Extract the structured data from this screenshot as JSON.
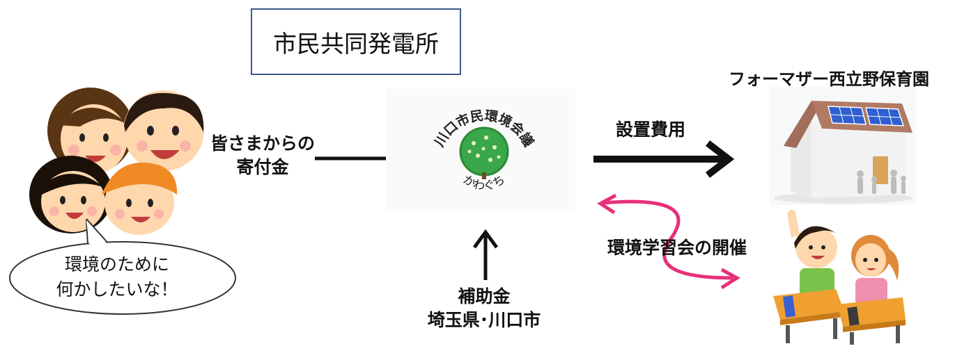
{
  "title": "市民共同発電所",
  "donation_label": [
    "皆さまからの",
    "寄付金"
  ],
  "speech_bubble": [
    "環境のために",
    "何かしたいな！"
  ],
  "logo": {
    "org_name": "川口市民環境会議",
    "sub_name": "かわぐち"
  },
  "installation_cost_label": "設置費用",
  "nursery_name": "フォーマザー西立野保育園",
  "env_study_label": "環境学習会の開催",
  "subsidy_label": [
    "補助金",
    "埼玉県･川口市"
  ],
  "colors": {
    "title_border": "#3a5a88",
    "arrow": "#111111",
    "double_arrow": "#e8307a",
    "tree_green": "#3aa84a",
    "solar_blue": "#2f5fd0"
  }
}
